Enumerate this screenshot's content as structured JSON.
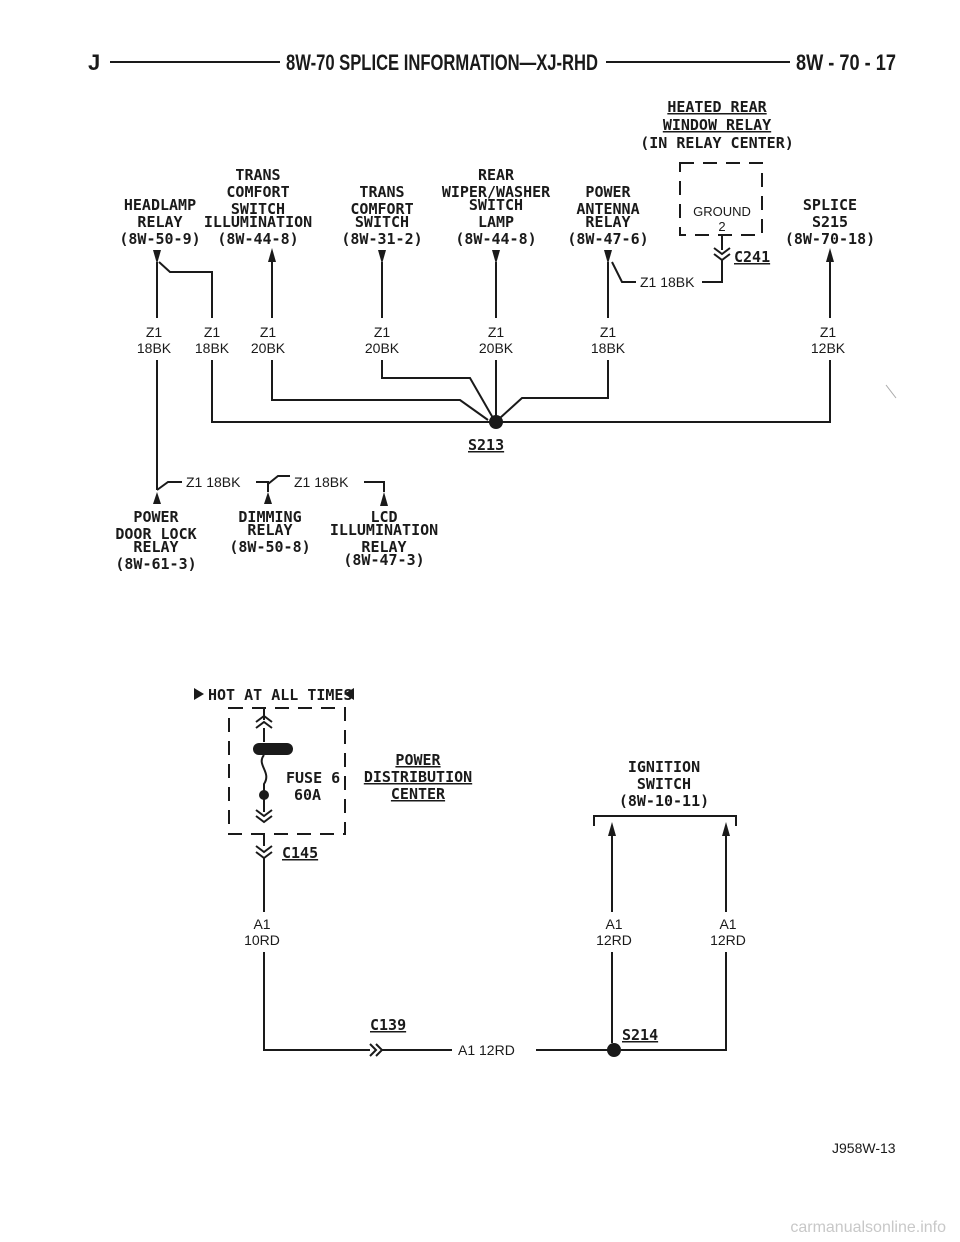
{
  "header": {
    "left": "J",
    "title": "8W-70 SPLICE INFORMATION—XJ-RHD",
    "page": "8W - 70 - 17"
  },
  "top": {
    "heated_rear": [
      "HEATED REAR",
      "WINDOW RELAY",
      "(IN RELAY CENTER)"
    ],
    "ground": [
      "GROUND",
      "2"
    ],
    "c241": "C241",
    "wire_z1_18bk": "Z1 18BK",
    "components": {
      "headlamp": [
        "HEADLAMP",
        "RELAY",
        "(8W-50-9)"
      ],
      "trans_illum": [
        "TRANS",
        "COMFORT",
        "SWITCH",
        "ILLUMINATION",
        "(8W-44-8)"
      ],
      "trans_switch": [
        "TRANS",
        "COMFORT",
        "SWITCH",
        "(8W-31-2)"
      ],
      "rear_wiper": [
        "REAR",
        "WIPER/WASHER",
        "SWITCH",
        "LAMP",
        "(8W-44-8)"
      ],
      "power_antenna": [
        "POWER",
        "ANTENNA",
        "RELAY",
        "(8W-47-6)"
      ],
      "splice_s215": [
        "SPLICE",
        "S215",
        "(8W-70-18)"
      ]
    },
    "wires": [
      [
        "Z1",
        "18BK"
      ],
      [
        "Z1",
        "18BK"
      ],
      [
        "Z1",
        "20BK"
      ],
      [
        "Z1",
        "20BK"
      ],
      [
        "Z1",
        "20BK"
      ],
      [
        "Z1",
        "18BK"
      ],
      [
        "Z1",
        "12BK"
      ]
    ],
    "splice": "S213",
    "lower_wire_1": "Z1 18BK",
    "lower_wire_2": "Z1 18BK",
    "bottom_components": {
      "door_lock": [
        "POWER",
        "DOOR LOCK",
        "RELAY",
        "(8W-61-3)"
      ],
      "dimming": [
        "DIMMING",
        "RELAY",
        "(8W-50-8)"
      ],
      "lcd": [
        "LCD",
        "ILLUMINATION",
        "RELAY",
        "(8W-47-3)"
      ]
    }
  },
  "bottom": {
    "hot": "HOT AT ALL TIMES",
    "fuse": [
      "FUSE 6",
      "60A"
    ],
    "pdc": [
      "POWER",
      "DISTRIBUTION",
      "CENTER"
    ],
    "c145": "C145",
    "ignition": [
      "IGNITION",
      "SWITCH",
      "(8W-10-11)"
    ],
    "wire_a1_10rd": [
      "A1",
      "10RD"
    ],
    "wire_a1_12rd_a": [
      "A1",
      "12RD"
    ],
    "wire_a1_12rd_b": [
      "A1",
      "12RD"
    ],
    "c139": "C139",
    "wire_a1_12rd_h": "A1 12RD",
    "splice": "S214"
  },
  "footer": {
    "code": "J958W-13",
    "watermark": "carmanualsonline.info"
  }
}
